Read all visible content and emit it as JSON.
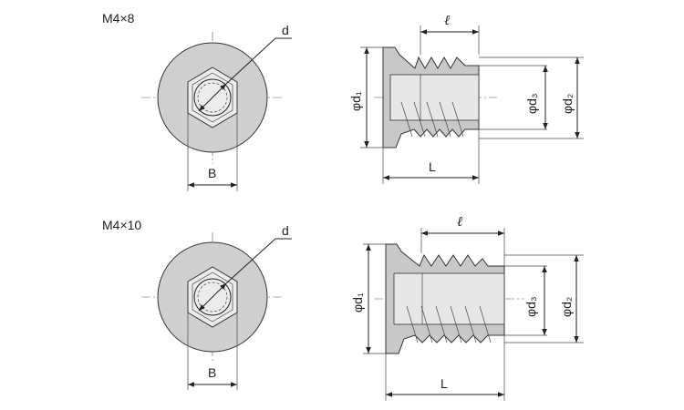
{
  "diagrams": [
    {
      "title": "M4×8",
      "labels": {
        "d": "d",
        "B": "B",
        "l": "ℓ",
        "L": "L",
        "phi_d1": "φd₁",
        "phi_d2": "φd₂",
        "phi_d3": "φd₃"
      }
    },
    {
      "title": "M4×10",
      "labels": {
        "d": "d",
        "B": "B",
        "l": "ℓ",
        "L": "L",
        "phi_d1": "φd₁",
        "phi_d2": "φd₂",
        "phi_d3": "φd₃"
      }
    }
  ]
}
